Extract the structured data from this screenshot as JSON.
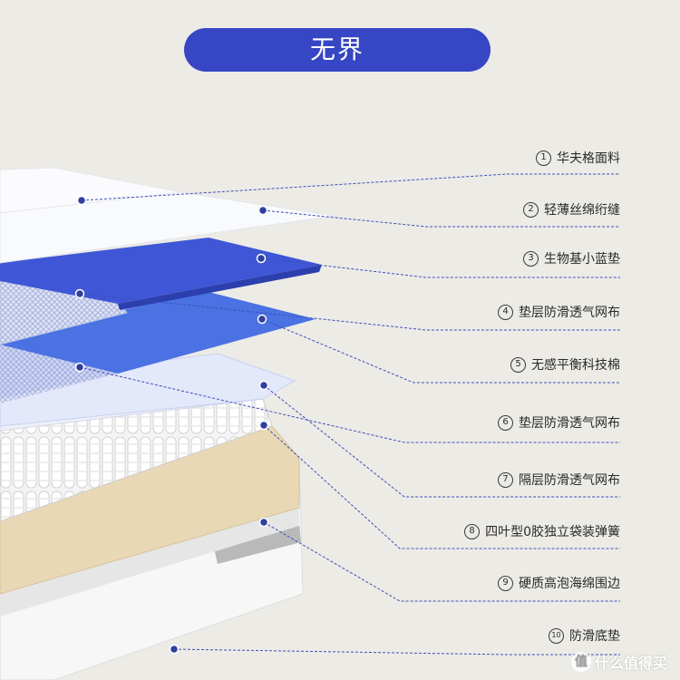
{
  "title": "无界",
  "layers": [
    {
      "num": "1",
      "text": "华夫格面料"
    },
    {
      "num": "2",
      "text": "轻薄丝绵绗缝"
    },
    {
      "num": "3",
      "text": "生物基小蓝垫"
    },
    {
      "num": "4",
      "text": "垫层防滑透气网布"
    },
    {
      "num": "5",
      "text": "无感平衡科技棉"
    },
    {
      "num": "6",
      "text": "垫层防滑透气网布"
    },
    {
      "num": "7",
      "text": "隔层防滑透气网布"
    },
    {
      "num": "8",
      "text": "四叶型0胶独立袋装弹簧"
    },
    {
      "num": "9",
      "text": "硬质高泡海绵围边"
    },
    {
      "num": "10",
      "text": "防滑底垫"
    }
  ],
  "watermark": {
    "text": "什么值得买",
    "icon": "zhi-logo-icon",
    "icon_glyph": "值"
  },
  "colors": {
    "accent": "#3646c4",
    "leader": "#3f4fb8",
    "blue_pad": "#3f57d6",
    "light_pad": "#e3e8fb",
    "foam": "#e9d8b5"
  }
}
